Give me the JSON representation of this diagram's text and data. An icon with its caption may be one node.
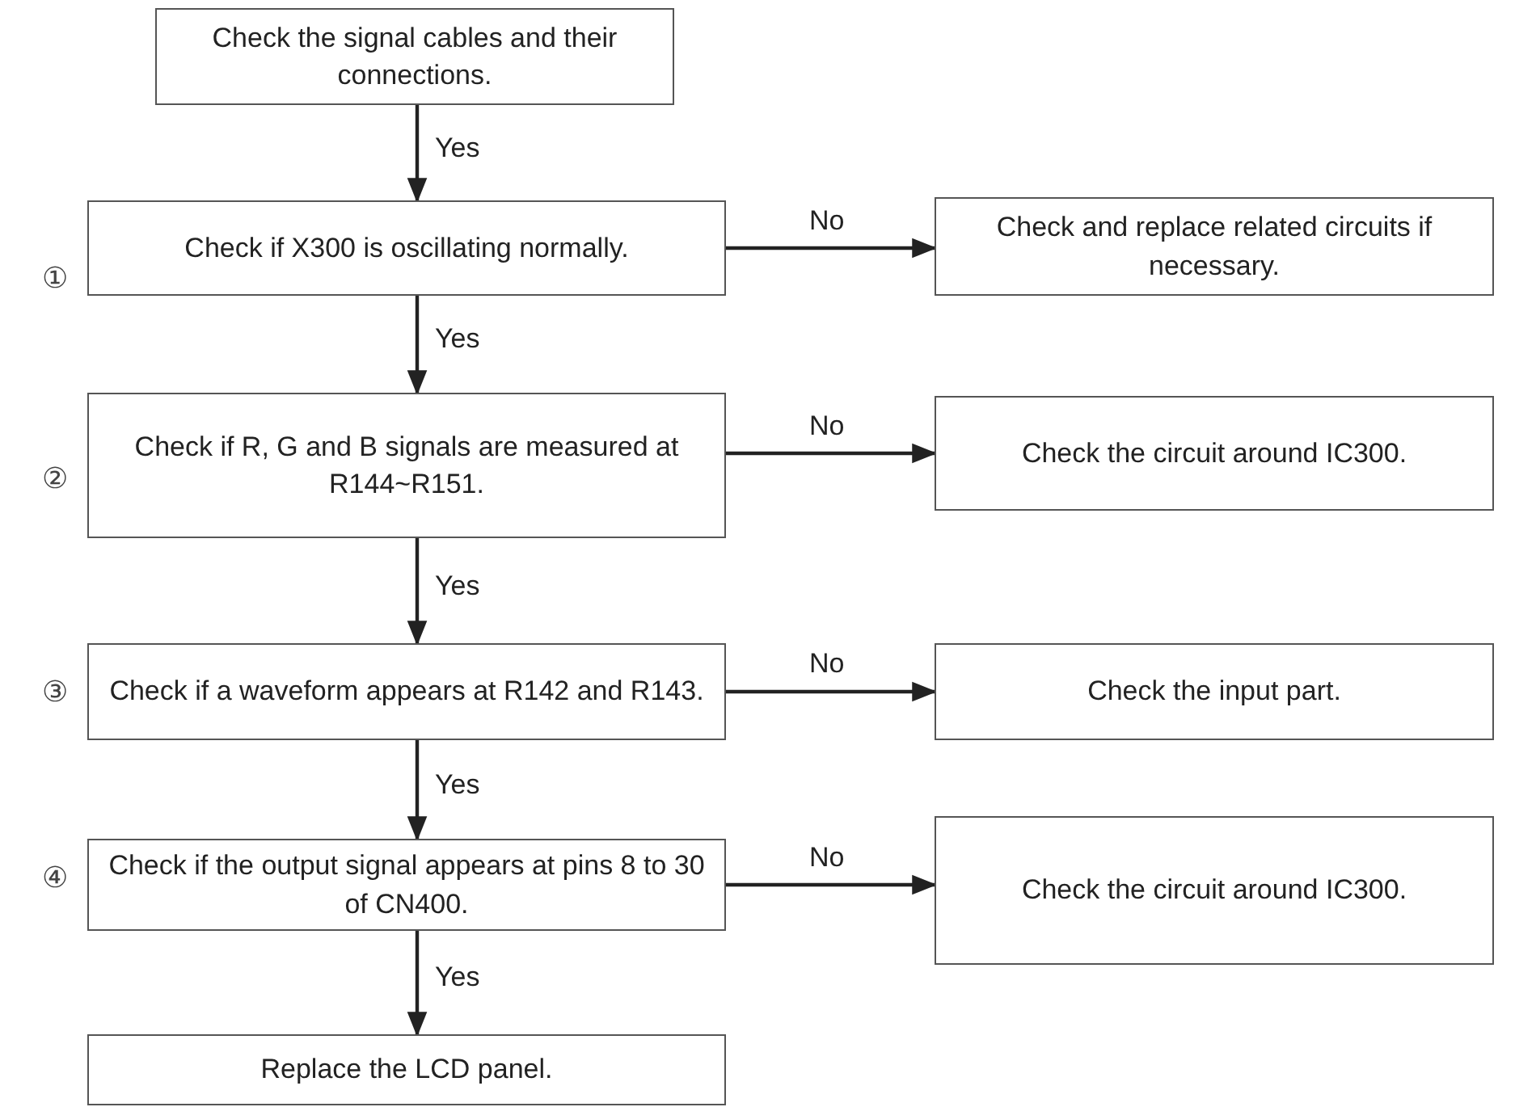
{
  "diagram": {
    "nodes": [
      {
        "text": [
          "Check the signal cables and their connections."
        ]
      },
      {
        "text": [
          "Check if X300 is oscillating normally."
        ]
      },
      {
        "text": [
          "Check and replace related circuits if necessary."
        ]
      },
      {
        "text": [
          "Check if R, G and B signals are measured at R144~R151."
        ]
      },
      {
        "text": [
          "Check the circuit around IC300."
        ]
      },
      {
        "text": [
          "Check if a waveform appears at R142 and R143."
        ]
      },
      {
        "text": [
          "Check the input part."
        ]
      },
      {
        "text": [
          "Check if the output signal appears at pins 8 to 30 of CN400."
        ]
      },
      {
        "text": [
          "Check the circuit around IC300."
        ]
      },
      {
        "text": [
          "Replace the LCD panel."
        ]
      }
    ],
    "edges": [
      {
        "from": 0,
        "to": 1,
        "arrow": "to",
        "label": "Yes"
      },
      {
        "from": 1,
        "to": 2,
        "arrow": "to",
        "label": "No"
      },
      {
        "from": 1,
        "to": 3,
        "arrow": "to",
        "label": "Yes"
      },
      {
        "from": 3,
        "to": 4,
        "arrow": "to",
        "label": "No"
      },
      {
        "from": 3,
        "to": 5,
        "arrow": "to",
        "label": "Yes"
      },
      {
        "from": 5,
        "to": 6,
        "arrow": "to",
        "label": "No"
      },
      {
        "from": 5,
        "to": 7,
        "arrow": "to",
        "label": "Yes"
      },
      {
        "from": 7,
        "to": 8,
        "arrow": "to",
        "label": "No"
      },
      {
        "from": 7,
        "to": 9,
        "arrow": "to",
        "label": "Yes"
      }
    ],
    "labels": [
      "①",
      "②",
      "③",
      "④"
    ]
  }
}
